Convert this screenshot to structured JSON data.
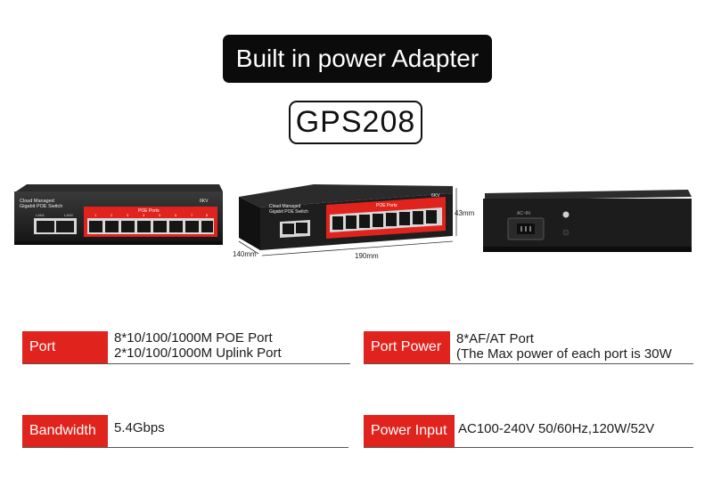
{
  "banner": {
    "text": "Built in power Adapter"
  },
  "model": {
    "text": "GPS208"
  },
  "products": {
    "front": {
      "brand_line1": "Cloud Managed",
      "brand_line2": "Gigabit POE Switch",
      "poe_label": "POE Ports",
      "kv_label": "6KV",
      "lan_labels": [
        "LAN1",
        "LAN2"
      ],
      "port_numbers": [
        "1",
        "2",
        "3",
        "4",
        "5",
        "6",
        "7",
        "8"
      ]
    },
    "angled": {
      "brand_line1": "Cloud Managed",
      "brand_line2": "Gigabit POE Switch",
      "poe_label": "POE Ports",
      "kv_label": "6KV",
      "dim_height": "43mm",
      "dim_depth": "140mm",
      "dim_width": "190mm"
    },
    "back": {
      "ac_label": "AC~IN"
    }
  },
  "specs": {
    "port": {
      "label": "Port",
      "lines": [
        "8*10/100/1000M POE Port",
        "2*10/100/1000M Uplink Port"
      ]
    },
    "port_power": {
      "label": "Port Power",
      "lines": [
        "8*AF/AT Port",
        "(The Max power of each port is 30W"
      ]
    },
    "bandwidth": {
      "label": "Bandwidth",
      "lines": [
        "5.4Gbps"
      ]
    },
    "power_input": {
      "label": "Power Input",
      "lines": [
        "AC100-240V 50/60Hz,120W/52V"
      ]
    }
  },
  "colors": {
    "accent_red": "#e0231c",
    "panel_black": "#1c1c1c"
  }
}
